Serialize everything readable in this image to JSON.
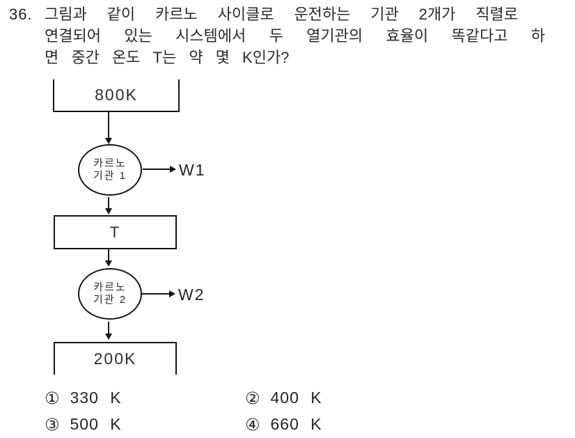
{
  "page": {
    "background": "#ffffff",
    "text_color": "#2a2a2a",
    "line_color": "#141414"
  },
  "question": {
    "number": "36.",
    "lines": [
      "그림과 같이 카르노 사이클로 운전하는 기관 2개가 직렬로",
      "연결되어 있는 시스템에서 두 열기관의 효율이 똑같다고 하",
      "면 중간 온도 T는 약 몇 K인가?"
    ]
  },
  "diagram": {
    "hot_reservoir_label": "800K",
    "engine1": {
      "line1": "카르노",
      "line2": "기관 1"
    },
    "work1_label": "W1",
    "mid_reservoir_label": "T",
    "engine2": {
      "line1": "카르노",
      "line2": "기관 2"
    },
    "work2_label": "W2",
    "cold_reservoir_label": "200K"
  },
  "choices": [
    {
      "marker": "①",
      "label": "330 K"
    },
    {
      "marker": "②",
      "label": "400 K"
    },
    {
      "marker": "③",
      "label": "500 K"
    },
    {
      "marker": "④",
      "label": "660 K"
    }
  ]
}
